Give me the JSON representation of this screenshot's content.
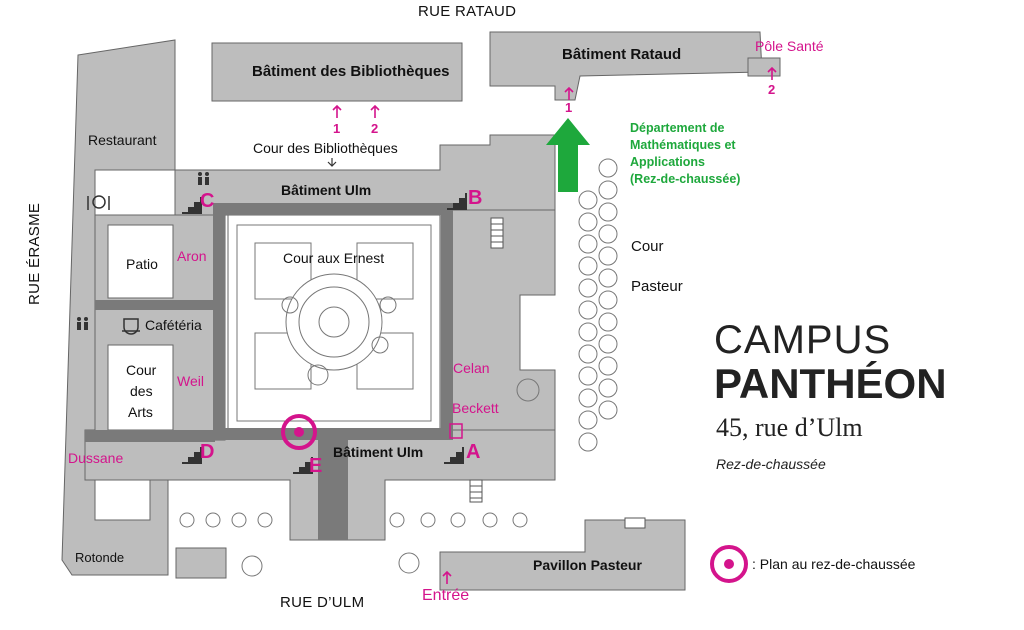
{
  "streets": {
    "north": "RUE RATAUD",
    "west": "RUE ÉRASME",
    "south": "RUE D’ULM"
  },
  "buildings": {
    "bibliotheques": "Bâtiment des Bibliothèques",
    "rataud": "Bâtiment Rataud",
    "ulm_north": "Bâtiment Ulm",
    "ulm_south": "Bâtiment Ulm",
    "pavillon": "Pavillon Pasteur"
  },
  "places": {
    "cour_bibliotheques": "Cour des Bibliothèques",
    "cour_ernest": "Cour aux Ernest",
    "restaurant": "Restaurant",
    "patio": "Patio",
    "cafeteria": "Cafétéria",
    "cour_arts_1": "Cour",
    "cour_arts_2": "des",
    "cour_arts_3": "Arts",
    "cour_pasteur_1": "Cour",
    "cour_pasteur_2": "Pasteur",
    "rotonde": "Rotonde"
  },
  "pink_labels": {
    "pole_sante": "Pôle Santé",
    "aron": "Aron",
    "weil": "Weil",
    "celan": "Celan",
    "beckett": "Beckett",
    "dussane": "Dussane",
    "entree": "Entrée"
  },
  "stairs": {
    "a": "A",
    "b": "B",
    "c": "C",
    "d": "D",
    "e": "E"
  },
  "numbers": {
    "bib1": "1",
    "bib2": "2",
    "rataud1": "1",
    "sante2": "2"
  },
  "department": {
    "line1": "Département de",
    "line2": "Mathématiques et",
    "line3": "Applications",
    "line4": "(Rez-de-chaussée)"
  },
  "title": {
    "campus": "CAMPUS",
    "pantheon": "PANTHÉON",
    "address": "45, rue d’Ulm",
    "level": "Rez-de-chaussée"
  },
  "legend": {
    "text": ": Plan au rez-de-chaussée"
  },
  "colors": {
    "building": "#bdbdbd",
    "outline": "#555555",
    "accent_pink": "#d4148c",
    "accent_green": "#1ea83c"
  }
}
